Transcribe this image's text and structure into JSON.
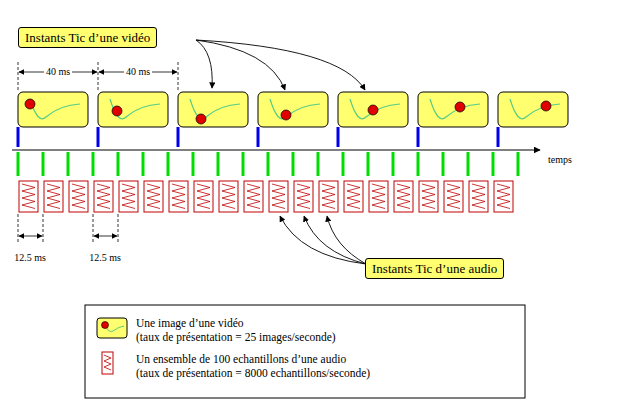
{
  "diagram": {
    "nodes": [
      {
        "text": [
          "Instants Tic d’une vidéo"
        ]
      },
      {
        "text": [
          "Instants Tic d’une audio"
        ]
      }
    ],
    "labels": [
      "40 ms",
      "40 ms",
      "temps",
      "12.5 ms",
      "12.5 ms"
    ],
    "legend": [
      {
        "text": "Une image d’une vidéo"
      },
      {
        "text": "(taux de présentation = 25 images/seconde)"
      },
      {
        "text": "Un ensemble de 100 echantillons d’une audio"
      },
      {
        "text": "(taux de présentation = 8000 echantillons/seconde)"
      }
    ]
  }
}
